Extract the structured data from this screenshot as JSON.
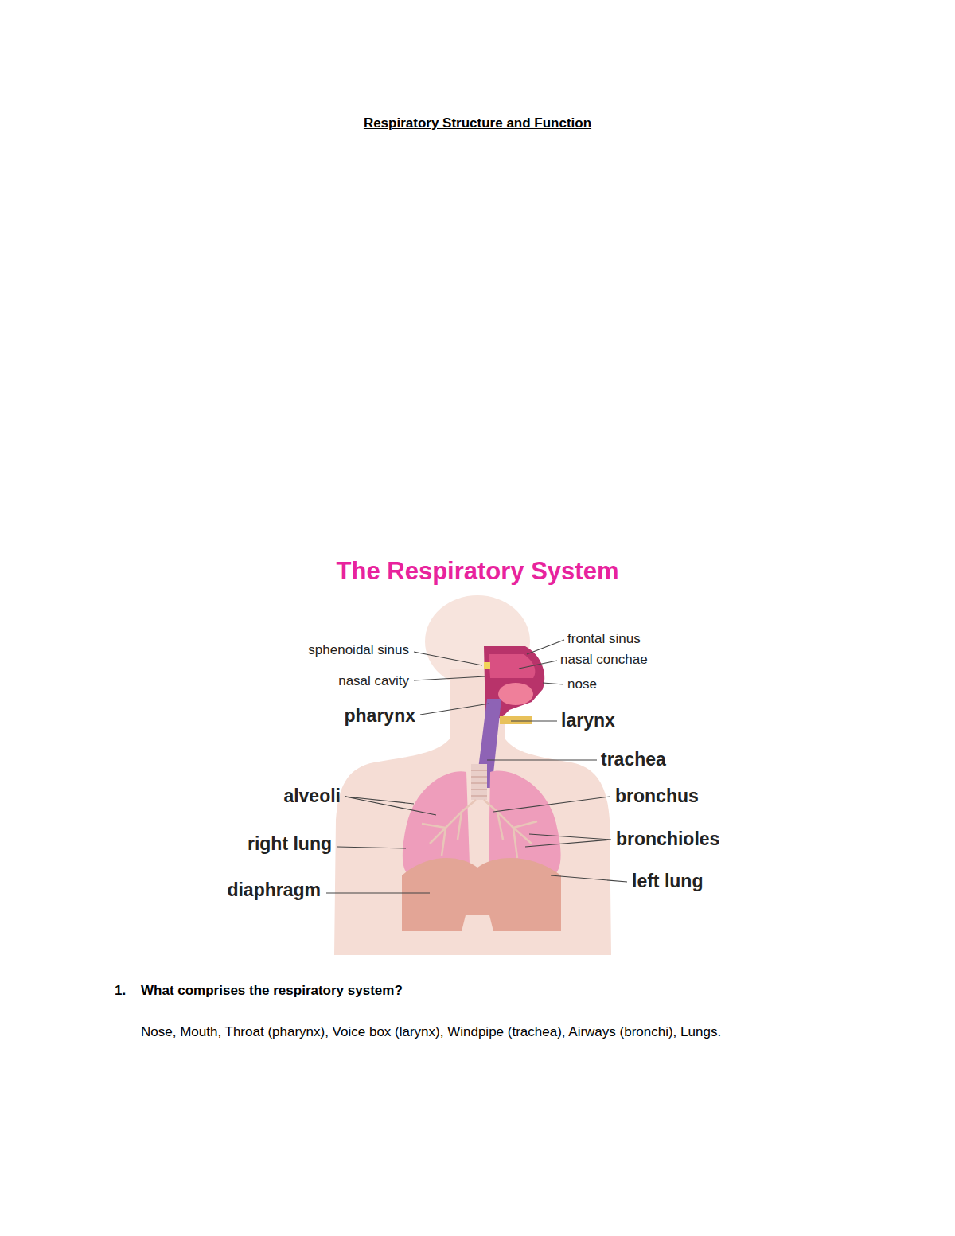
{
  "diagram": {
    "title": "Respiratory Structure and Function",
    "labels": [
      "The Respiratory System",
      "sphenoidal sinus",
      "frontal sinus",
      "nasal conchae",
      "nasal cavity",
      "nose",
      "pharynx",
      "larynx",
      "trachea",
      "alveoli",
      "bronchus",
      "bronchioles",
      "right lung",
      "left lung",
      "diaphragm",
      "1.",
      "What comprises the respiratory system?",
      "Nose, Mouth, Throat (pharynx), Voice box (larynx), Windpipe (trachea), Airways (bronchi), Lungs."
    ]
  }
}
